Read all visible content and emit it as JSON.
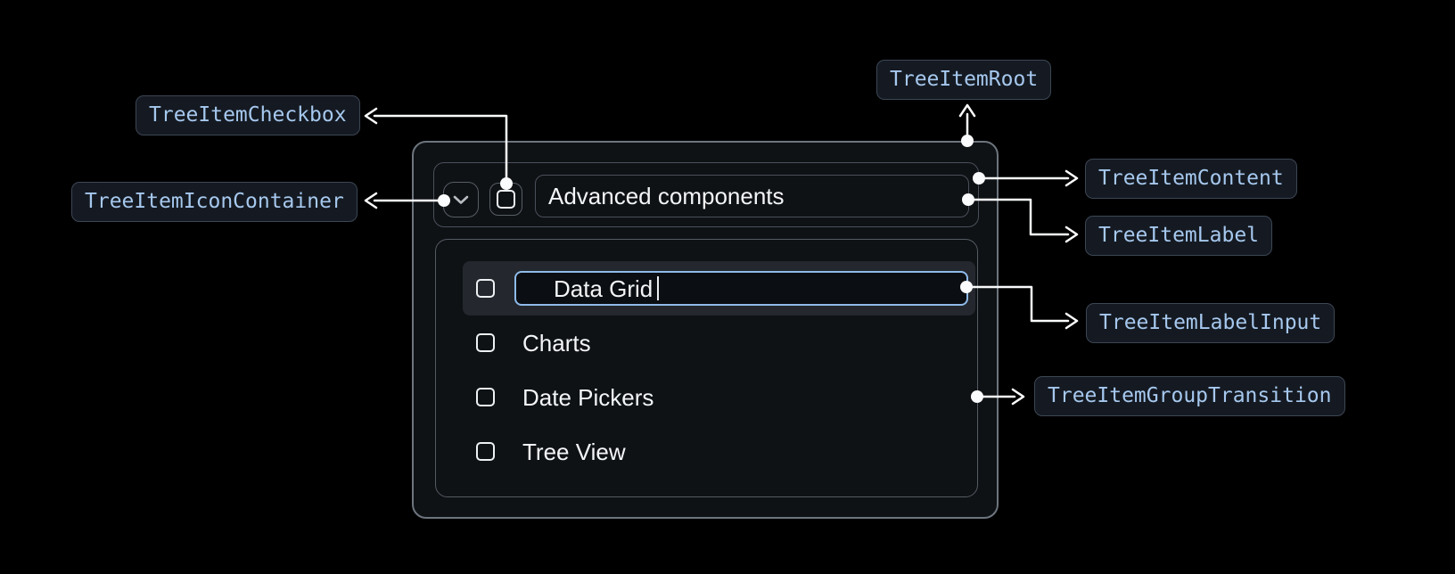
{
  "tree": {
    "header": {
      "label": "Advanced components"
    },
    "items": [
      {
        "label": "Data Grid",
        "state": "editing"
      },
      {
        "label": "Charts"
      },
      {
        "label": "Date Pickers"
      },
      {
        "label": "Tree View"
      }
    ]
  },
  "callouts": [
    {
      "label": "TreeItemCheckbox"
    },
    {
      "label": "TreeItemIconContainer"
    },
    {
      "label": "TreeItemRoot"
    },
    {
      "label": "TreeItemContent"
    },
    {
      "label": "TreeItemLabel"
    },
    {
      "label": "TreeItemLabelInput"
    },
    {
      "label": "TreeItemGroupTransition"
    }
  ],
  "colors": {
    "page_bg": "#000000",
    "root_bg": "#0f1215",
    "root_border": "#6d757e",
    "inner_border": "#49505a",
    "row_highlight": "#24282e",
    "input_accent": "#8fbbea",
    "badge_bg": "#151a22",
    "badge_border": "#3c4654",
    "badge_text": "#a6c8ee",
    "connector": "#fafbfc",
    "item_text": "#f3f5f7"
  }
}
